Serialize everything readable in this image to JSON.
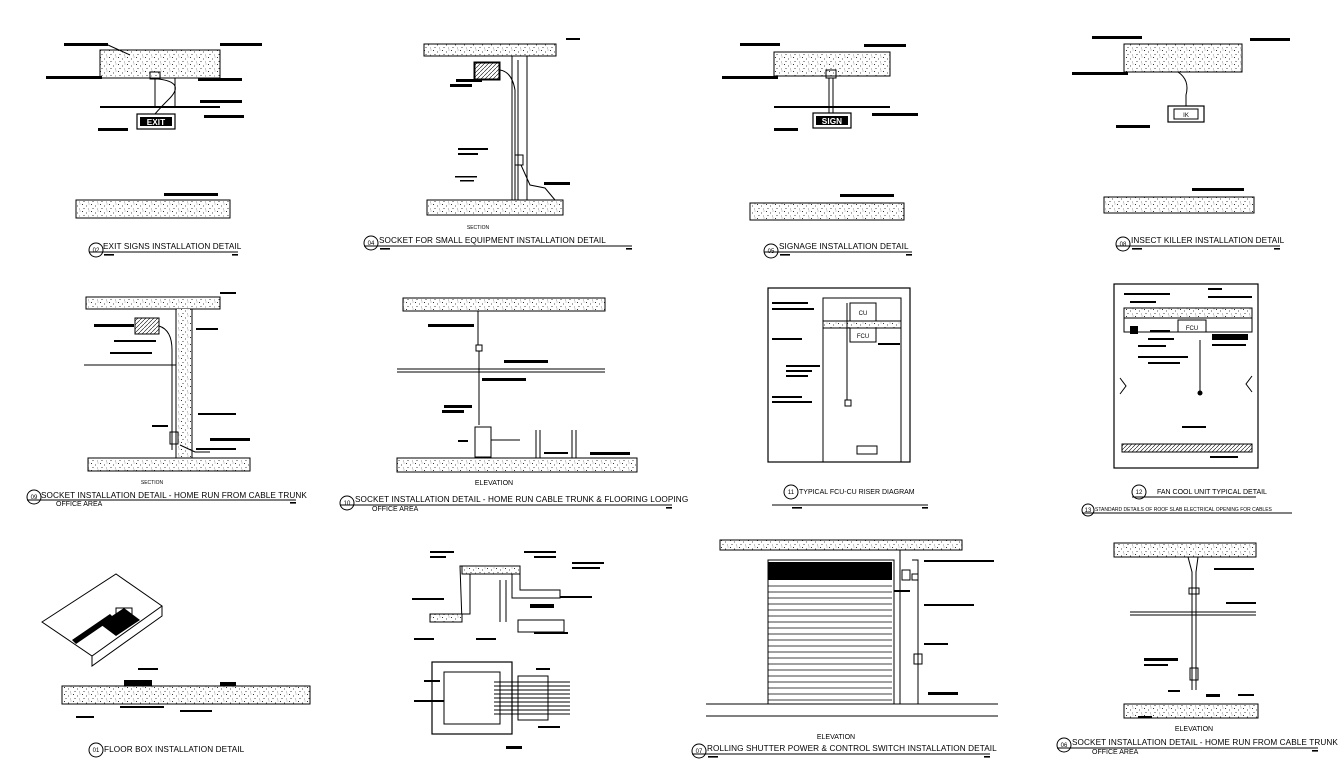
{
  "details": [
    {
      "no": "02",
      "title": "EXIT SIGNS INSTALLATION DETAIL",
      "sign": "EXIT"
    },
    {
      "no": "04",
      "title": "SOCKET FOR SMALL EQUIPMENT INSTALLATION DETAIL",
      "view": "SECTION"
    },
    {
      "no": "05",
      "title": "SIGNAGE INSTALLATION DETAIL",
      "sign": "SIGN"
    },
    {
      "no": "08",
      "title": "INSECT KILLER INSTALLATION DETAIL",
      "sign": "IK"
    },
    {
      "no": "09",
      "title": "SOCKET INSTALLATION DETAIL - HOME RUN FROM CABLE TRUNK",
      "subtitle": "OFFICE AREA",
      "view": "SECTION"
    },
    {
      "no": "10",
      "title": "SOCKET INSTALLATION DETAIL - HOME RUN CABLE TRUNK & FLOORING LOOPING",
      "subtitle": "OFFICE AREA",
      "view": "ELEVATION"
    },
    {
      "no": "11",
      "title": "TYPICAL FCU-CU RISER DIAGRAM",
      "unit_a": "CU",
      "unit_b": "FCU"
    },
    {
      "no": "12",
      "title": "FAN COOL UNIT TYPICAL DETAIL",
      "unit": "FCU"
    },
    {
      "no": "13",
      "title": "STANDARD DETAILS OF ROOF SLAB ELECTRICAL OPENING FOR CABLES"
    },
    {
      "no": "01",
      "title": "FLOOR BOX  INSTALLATION DETAIL"
    },
    {
      "no": "07",
      "title": "ROLLING SHUTTER POWER & CONTROL SWITCH INSTALLATION DETAIL",
      "view": "ELEVATION"
    },
    {
      "no": "06",
      "title": "SOCKET INSTALLATION DETAIL - HOME RUN FROM CABLE TRUNK",
      "subtitle": "OFFICE AREA",
      "view": "ELEVATION"
    }
  ]
}
